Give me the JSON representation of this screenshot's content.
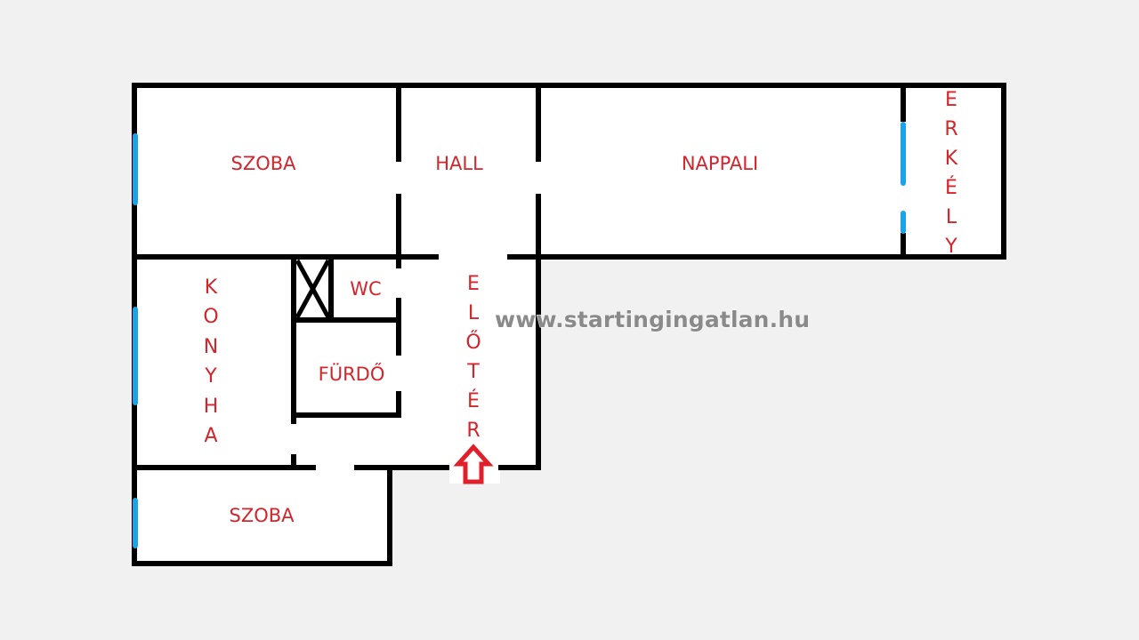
{
  "rooms": {
    "szoba_top": "SZOBA",
    "hall": "HALL",
    "nappali": "NAPPALI",
    "erkely": [
      "E",
      "R",
      "K",
      "É",
      "L",
      "Y"
    ],
    "konyha": [
      "K",
      "O",
      "N",
      "Y",
      "H",
      "A"
    ],
    "wc": "WC",
    "furdo": "FÜRDŐ",
    "eloter": [
      "E",
      "L",
      "Ő",
      "T",
      "É",
      "R"
    ],
    "szoba_bottom": "SZOBA"
  },
  "watermark": "www.startingingatlan.hu",
  "colors": {
    "label": "#d4242c",
    "window": "#1aa3e8",
    "wall": "#000000",
    "entrance_arrow": "#e0202a"
  }
}
